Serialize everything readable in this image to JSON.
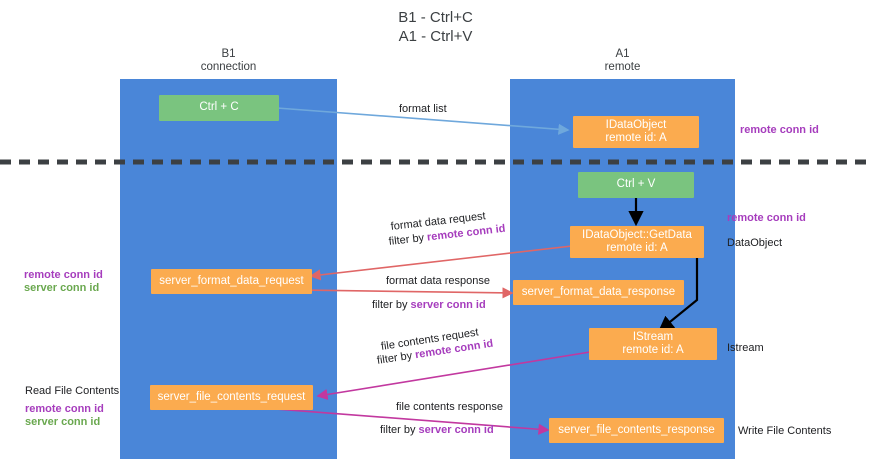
{
  "title": {
    "line1": "B1 - Ctrl+C",
    "line2": "A1 - Ctrl+V"
  },
  "lanes": [
    {
      "name": "B1",
      "sub": "connection"
    },
    {
      "name": "A1",
      "sub": "remote"
    }
  ],
  "nodes": {
    "ctrl_c": {
      "label": "Ctrl + C"
    },
    "idataobject": {
      "line1": "IDataObject",
      "line2": "remote id: A"
    },
    "ctrl_v": {
      "label": "Ctrl + V"
    },
    "getdata": {
      "line1": "IDataObject::GetData",
      "line2": "remote id: A"
    },
    "fmt_req": {
      "label": "server_format_data_request"
    },
    "fmt_resp": {
      "label": "server_format_data_response"
    },
    "istream": {
      "line1": "IStream",
      "line2": "remote id: A"
    },
    "file_req": {
      "label": "server_file_contents_request"
    },
    "file_resp": {
      "label": "server_file_contents_response"
    }
  },
  "arrow_labels": {
    "format_list": "format list",
    "format_data_request": "format data request",
    "format_data_request_filter_pre": "filter by ",
    "format_data_request_filter_key": "remote conn id",
    "format_data_response": "format data response",
    "format_data_response_filter_pre": "filter by ",
    "format_data_response_filter_key": "server conn id",
    "file_contents_request": "file contents request",
    "file_contents_request_filter_pre": "filter by ",
    "file_contents_request_filter_key": "remote conn id",
    "file_contents_response": "file contents response",
    "file_contents_response_filter_pre": "filter by ",
    "file_contents_response_filter_key": "server conn id"
  },
  "side_labels": {
    "right_top_conn": "remote conn id",
    "right_mid_conn": "remote conn id",
    "dataobject": "DataObject",
    "istream": "Istream",
    "write_file_contents": "Write File Contents",
    "left_remote_conn": "remote conn id",
    "left_server_conn": "server conn id",
    "read_file_contents": "Read File Contents",
    "left_remote_conn2": "remote conn id",
    "left_server_conn2": "server conn id"
  },
  "colors": {
    "lane": "#4a86d8",
    "green_node": "#7ac47f",
    "orange_node": "#fbab4f",
    "purple": "#a63dbd",
    "green_text": "#6aa84f",
    "arrow_blue": "#6fa8dc",
    "arrow_red": "#e06666",
    "arrow_magenta": "#c2389f",
    "arrow_black": "#000000"
  }
}
